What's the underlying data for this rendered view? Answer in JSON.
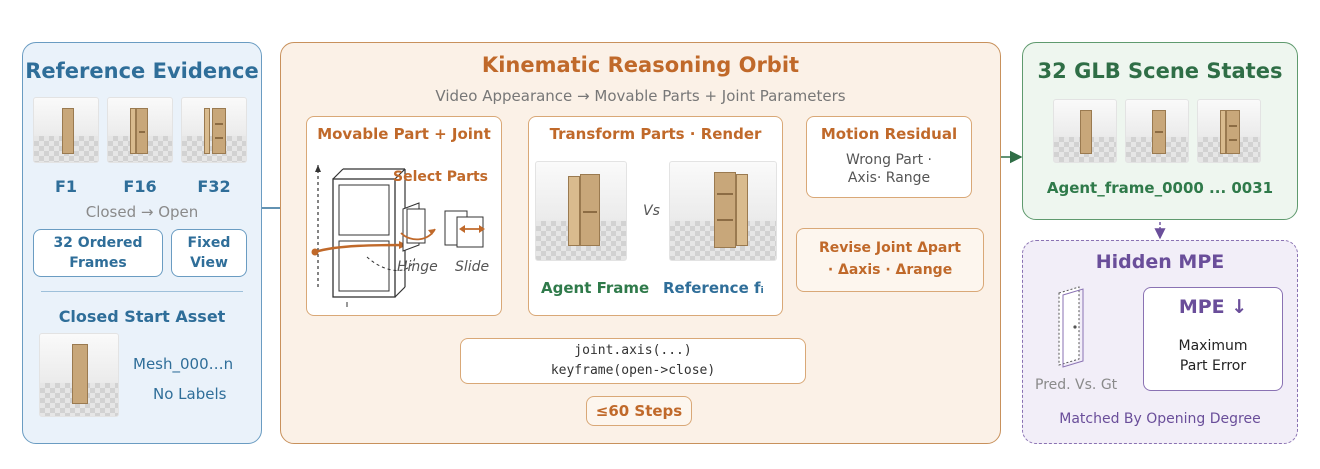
{
  "reference": {
    "title": "Reference Evidence",
    "frames": [
      "F1",
      "F16",
      "F32"
    ],
    "transition": "Closed → Open",
    "ordered_frames": "32 Ordered\nFrames",
    "fixed_view": "Fixed\nView",
    "closed_start": "Closed Start Asset",
    "mesh": "Mesh_000…n",
    "no_labels": "No Labels"
  },
  "orbit": {
    "title": "Kinematic Reasoning Orbit",
    "subtitle": "Video Appearance → Movable Parts + Joint Parameters",
    "movable_title": "Movable Part + Joint",
    "select_parts": "Select Parts",
    "hinge": "Hinge",
    "slide": "Slide",
    "transform_title": "Transform Parts · Render",
    "vs": "Vs",
    "agent_frame": "Agent Frame",
    "reference_frame": "Reference fᵢ",
    "residual_title": "Motion Residual",
    "residual_text": "Wrong Part ·\nAxis· Range",
    "revise": "Revise Joint Δpart\n· Δaxis · Δrange",
    "code_line1": "joint.axis(...)",
    "code_line2": "keyframe(open->close)",
    "steps": "≤60 Steps"
  },
  "glb": {
    "title": "32 GLB Scene States",
    "caption": "Agent_frame_0000 ... 0031"
  },
  "mpe": {
    "title": "Hidden MPE",
    "metric": "MPE ↓",
    "metric_desc": "Maximum\nPart Error",
    "pred_vs_gt": "Pred. Vs. Gt",
    "matched": "Matched By Opening Degree"
  },
  "colors": {
    "blue": "#2f6e99",
    "orange": "#c0692a",
    "green": "#2f6e46",
    "purple": "#6a4e9a"
  }
}
